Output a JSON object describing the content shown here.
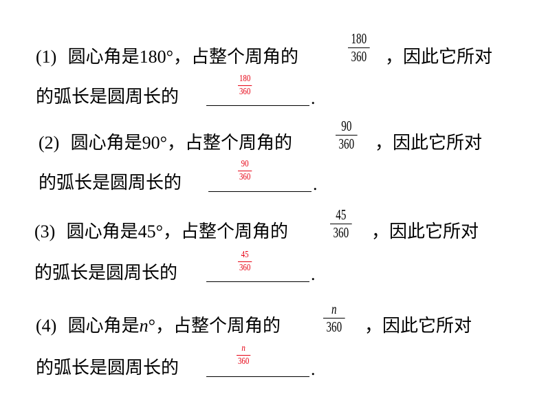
{
  "items": [
    {
      "label": "(1)",
      "prefix": "圆心角是",
      "angle": "180°",
      "angle_italic_var": "",
      "middle": "，占整个周角的",
      "frac_num": "180",
      "frac_den": "360",
      "suffix": "，因此它所对",
      "line2": "的弧长是圆周长的",
      "answer_num": "180",
      "answer_den": "360",
      "end": "."
    },
    {
      "label": "(2)",
      "prefix": "圆心角是",
      "angle": "90°",
      "angle_italic_var": "",
      "middle": "，占整个周角的",
      "frac_num": "90",
      "frac_den": "360",
      "suffix": "，因此它所对",
      "line2": "的弧长是圆周长的",
      "answer_num": "90",
      "answer_den": "360",
      "end": "."
    },
    {
      "label": "(3)",
      "prefix": "圆心角是",
      "angle": "45°",
      "angle_italic_var": "",
      "middle": "，占整个周角的",
      "frac_num": "45",
      "frac_den": "360",
      "suffix": "，因此它所对",
      "line2": "的弧长是圆周长的",
      "answer_num": "45",
      "answer_den": "360",
      "end": "."
    },
    {
      "label": "(4)",
      "prefix": "圆心角是",
      "angle": "°",
      "angle_italic_var": "n",
      "middle": "，占整个周角的",
      "frac_num": "n",
      "frac_den": "360",
      "suffix": "，因此它所对",
      "line2": "的弧长是圆周长的",
      "answer_num": "n",
      "answer_den": "360",
      "end": "."
    }
  ]
}
